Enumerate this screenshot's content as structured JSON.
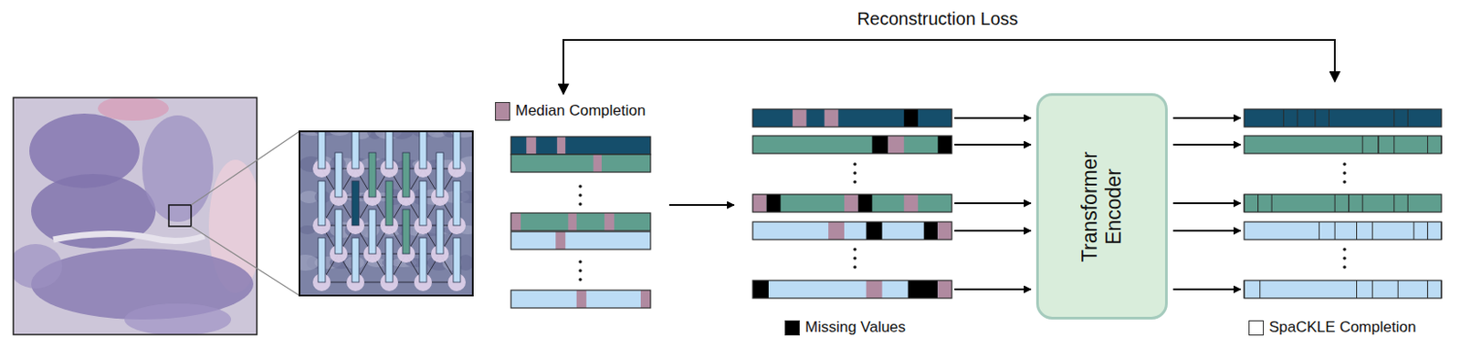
{
  "diagram": {
    "nodes": [
      {
        "text": [
          "Transformer Encoder"
        ]
      }
    ],
    "labels": [
      "Reconstruction Loss"
    ],
    "legend": [
      {
        "text": "Median Completion",
        "color": "#b08aa0"
      },
      {
        "text": "Missing Values",
        "color": "#000000"
      },
      {
        "text": "SpaCKLE Completion",
        "color": "#ffffff"
      }
    ]
  }
}
